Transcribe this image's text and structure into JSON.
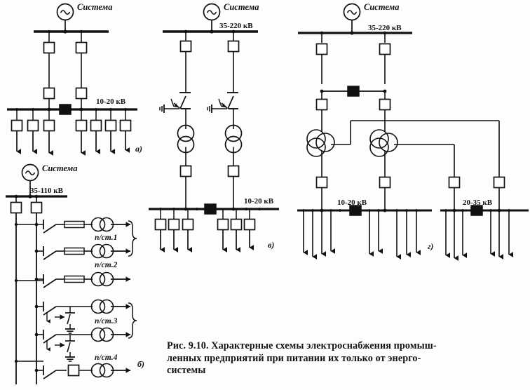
{
  "figure": {
    "number": "Рис. 9.10.",
    "caption_lines": [
      "Рис. 9.10. Характерные схемы электроснабжения промыш-",
      "ленных предприятий при питании их только от энерго-",
      "системы"
    ],
    "caption_full": "Рис. 9.10. Характерные схемы электроснабжения промышленных предприятий при питании их только от энергосистемы"
  },
  "common": {
    "source_label": "Система",
    "kv_unit": "кВ"
  },
  "panels": [
    {
      "id": "a",
      "letter": "а)",
      "source_label": "Система",
      "buses": [
        {
          "name": "top-bus",
          "voltage_label": ""
        },
        {
          "name": "distribution-bus",
          "voltage_label": "10-20 кВ"
        }
      ],
      "breaker_count_top": 2,
      "breaker_count_mid": 2,
      "feeder_count_left": 3,
      "feeder_count_right": 4,
      "has_section_breaker": true
    },
    {
      "id": "b",
      "letter": "б)",
      "source_label": "Система",
      "buses": [
        {
          "name": "supply-bus",
          "voltage_label": "35-110 кВ"
        }
      ],
      "breaker_count_top": 2,
      "substations": [
        {
          "label": "п/ст.1",
          "type": "fuse-transformer"
        },
        {
          "label": "п/ст.2",
          "type": "fuse-transformer"
        },
        {
          "label": "",
          "type": "fuse-transformer"
        },
        {
          "label": "п/ст.3",
          "type": "grounding-switch-transformer"
        },
        {
          "label": "",
          "type": "grounding-switch-transformer"
        },
        {
          "label": "п/ст.4",
          "type": "breaker-transformer"
        }
      ],
      "brace_groups": [
        "п/ст.1",
        "п/ст.3"
      ]
    },
    {
      "id": "v",
      "letter": "в)",
      "source_label": "Система",
      "buses": [
        {
          "name": "supply-bus",
          "voltage_label": "35-220 кВ"
        },
        {
          "name": "distribution-bus",
          "voltage_label": "10-20 кВ"
        }
      ],
      "breaker_count_top": 2,
      "transformer_count": 2,
      "breaker_count_low": 2,
      "feeder_count_left": 3,
      "feeder_count_right": 3,
      "has_section_breaker": true,
      "has_grounding_switches": true
    },
    {
      "id": "g",
      "letter": "г)",
      "source_label": "Система",
      "buses": [
        {
          "name": "supply-bus",
          "voltage_label": "35-220 кВ"
        },
        {
          "name": "distribution-bus-left",
          "voltage_label": "10-20 кВ"
        },
        {
          "name": "distribution-bus-right",
          "voltage_label": "20-35 кВ"
        }
      ],
      "breaker_count_top": 2,
      "breaker_count_mid": 2,
      "transformer_count": 2,
      "transformer_type": "three-winding",
      "breaker_count_low": 4,
      "feeder_count_left_bus": 9,
      "feeder_count_right_bus": 6,
      "has_cross_tie": true,
      "has_section_breaker_left": true,
      "has_section_breaker_right": true
    }
  ],
  "colors": {
    "line": "#111111",
    "fill_closed": "#111111",
    "fill_open": "#ffffff",
    "background": "#fdfdfb"
  }
}
